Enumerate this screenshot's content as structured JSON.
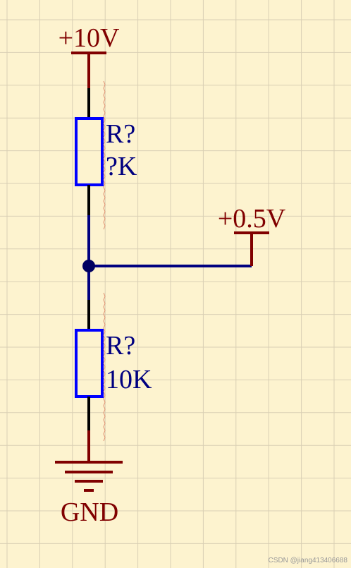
{
  "power_top": {
    "label": "+10V"
  },
  "power_mid": {
    "label": "+0.5V"
  },
  "resistor_top": {
    "designator": "R?",
    "value": "?K"
  },
  "resistor_bottom": {
    "designator": "R?",
    "value": "10K"
  },
  "ground": {
    "label": "GND"
  },
  "watermark": "CSDN @jiang413406688",
  "colors": {
    "background": "#fdf3cf",
    "grid": "#d9cfb4",
    "power": "#800000",
    "wire": "#000080",
    "resistor_body": "#0000ff",
    "resistor_leads": "#000000",
    "label_text": "#000080",
    "junction": "#000060"
  }
}
